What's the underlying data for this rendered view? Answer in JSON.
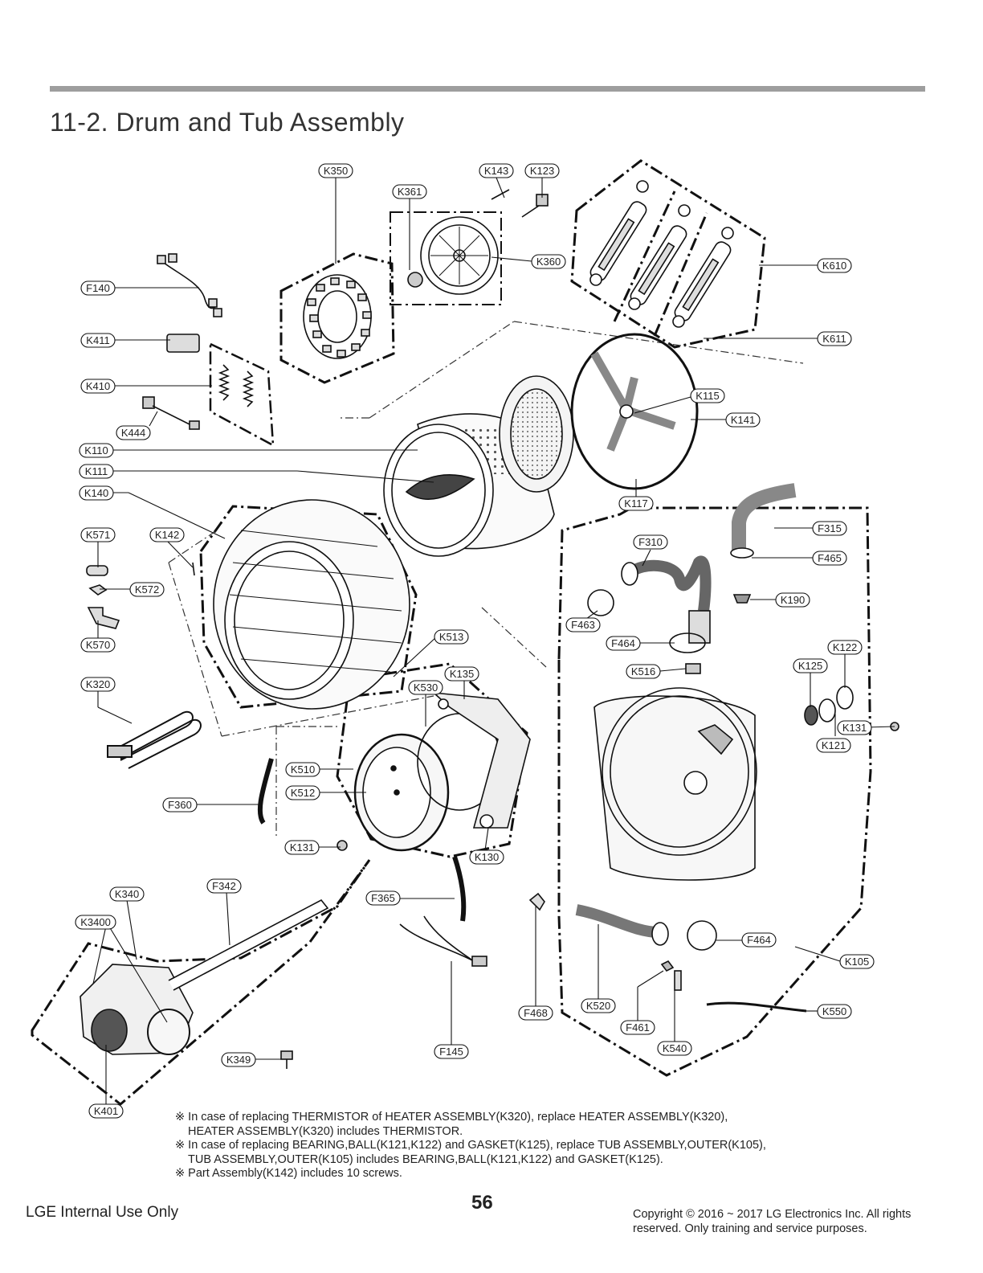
{
  "section_title": "11-2. Drum and Tub Assembly",
  "callouts": [
    {
      "code": "K350"
    },
    {
      "code": "K143"
    },
    {
      "code": "K123"
    },
    {
      "code": "K361"
    },
    {
      "code": "K360"
    },
    {
      "code": "K610"
    },
    {
      "code": "K611"
    },
    {
      "code": "F140"
    },
    {
      "code": "K411"
    },
    {
      "code": "K410"
    },
    {
      "code": "K444"
    },
    {
      "code": "K115"
    },
    {
      "code": "K141"
    },
    {
      "code": "K110"
    },
    {
      "code": "K111"
    },
    {
      "code": "K140"
    },
    {
      "code": "K117"
    },
    {
      "code": "K571"
    },
    {
      "code": "K142"
    },
    {
      "code": "F315"
    },
    {
      "code": "F310"
    },
    {
      "code": "F465"
    },
    {
      "code": "K572"
    },
    {
      "code": "K190"
    },
    {
      "code": "F463"
    },
    {
      "code": "K570"
    },
    {
      "code": "K513"
    },
    {
      "code": "F464"
    },
    {
      "code": "K122"
    },
    {
      "code": "K125"
    },
    {
      "code": "K516"
    },
    {
      "code": "K135"
    },
    {
      "code": "K320"
    },
    {
      "code": "K530"
    },
    {
      "code": "K131"
    },
    {
      "code": "K121"
    },
    {
      "code": "K510"
    },
    {
      "code": "K512"
    },
    {
      "code": "F360"
    },
    {
      "code": "K131"
    },
    {
      "code": "K130"
    },
    {
      "code": "K340"
    },
    {
      "code": "F342"
    },
    {
      "code": "F365"
    },
    {
      "code": "K3400"
    },
    {
      "code": "F464"
    },
    {
      "code": "K105"
    },
    {
      "code": "K520"
    },
    {
      "code": "F468"
    },
    {
      "code": "K550"
    },
    {
      "code": "F461"
    },
    {
      "code": "K540"
    },
    {
      "code": "F145"
    },
    {
      "code": "K349"
    },
    {
      "code": "K401"
    }
  ],
  "notes": [
    {
      "line1": "※ In case of replacing THERMISTOR of HEATER ASSEMBLY(K320), replace HEATER ASSEMBLY(K320),",
      "line2": "HEATER ASSEMBLY(K320) includes THERMISTOR."
    },
    {
      "line1": "※ In case of replacing BEARING,BALL(K121,K122) and GASKET(K125), replace TUB ASSEMBLY,OUTER(K105),",
      "line2": "TUB ASSEMBLY,OUTER(K105) includes BEARING,BALL(K121,K122) and GASKET(K125)."
    },
    {
      "line1": "※ Part Assembly(K142) includes 10 screws.",
      "line2": ""
    }
  ],
  "footer": {
    "left": "LGE Internal Use Only",
    "page_number": "56",
    "copyright_line1": "Copyright © 2016 ~ 2017 LG Electronics Inc. All rights",
    "copyright_line2": "reserved. Only training and service purposes."
  }
}
